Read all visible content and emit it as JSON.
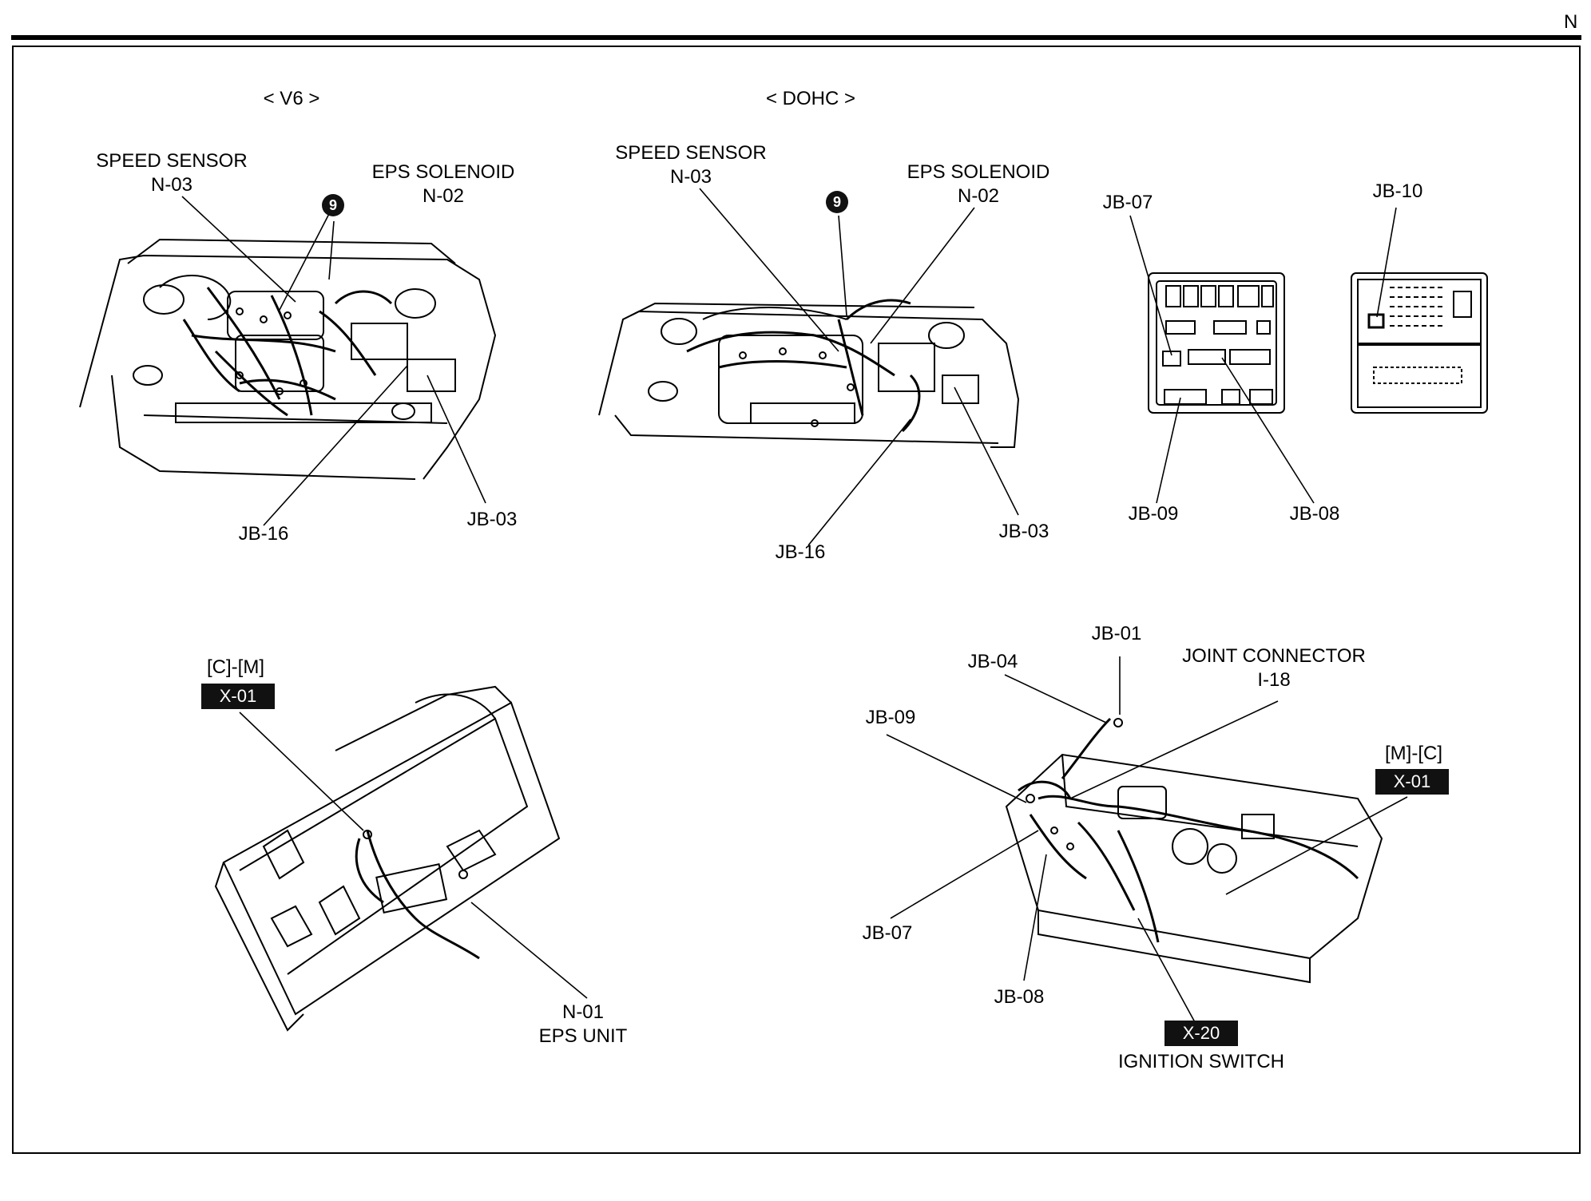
{
  "page_letter": "N",
  "sections": {
    "v6": {
      "title": "< V6 >",
      "speed_sensor_name": "SPEED SENSOR",
      "speed_sensor_code": "N-03",
      "eps_solenoid_name": "EPS SOLENOID",
      "eps_solenoid_code": "N-02",
      "marker": "9",
      "jb16": "JB-16",
      "jb03": "JB-03"
    },
    "dohc": {
      "title": "< DOHC >",
      "speed_sensor_name": "SPEED SENSOR",
      "speed_sensor_code": "N-03",
      "eps_solenoid_name": "EPS SOLENOID",
      "eps_solenoid_code": "N-02",
      "marker": "9",
      "jb16": "JB-16",
      "jb03": "JB-03"
    },
    "junction_boxes": {
      "jb07": "JB-07",
      "jb10": "JB-10",
      "jb09": "JB-09",
      "jb08": "JB-08"
    },
    "floor": {
      "connector_ref": "[C]-[M]",
      "connector_tag": "X-01",
      "eps_unit_code": "N-01",
      "eps_unit_name": "EPS UNIT"
    },
    "dash": {
      "jb01": "JB-01",
      "jb04": "JB-04",
      "joint_connector_name": "JOINT CONNECTOR",
      "joint_connector_code": "I-18",
      "jb09": "JB-09",
      "connector_ref": "[M]-[C]",
      "connector_tag": "X-01",
      "jb07": "JB-07",
      "jb08": "JB-08",
      "ignition_tag": "X-20",
      "ignition_name": "IGNITION SWITCH"
    }
  }
}
